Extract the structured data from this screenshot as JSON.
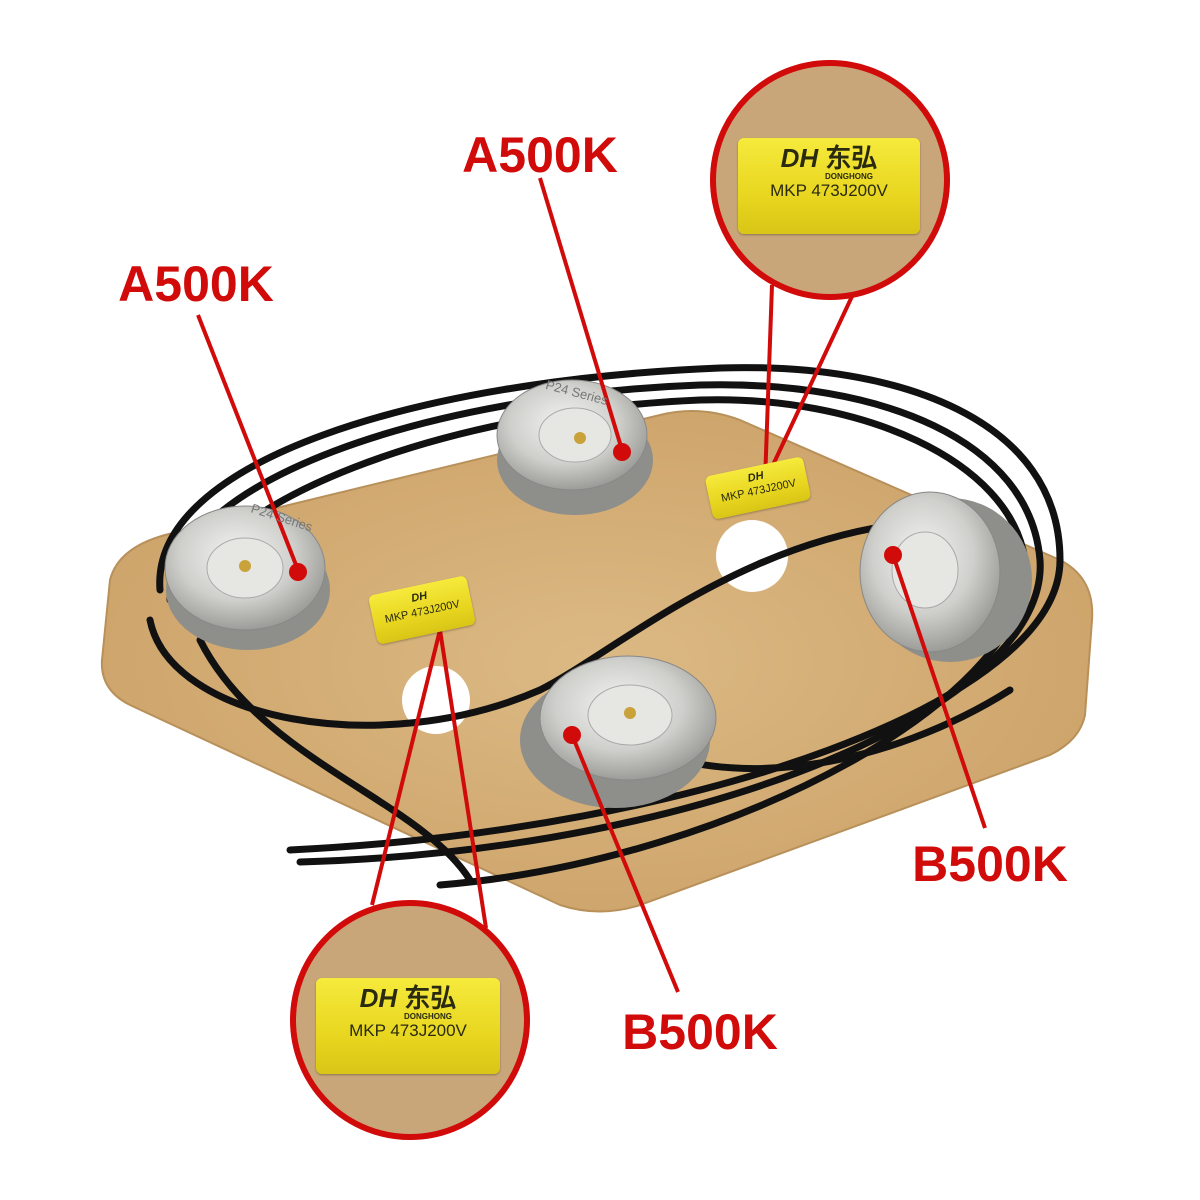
{
  "labels": {
    "pot_top_left": "A500K",
    "pot_top_center": "A500K",
    "pot_right": "B500K",
    "pot_bottom": "B500K"
  },
  "pot_marking": "P24 Series",
  "capacitor": {
    "logo": "DH",
    "brand_cn": "东弘",
    "brand": "DONGHONG",
    "marking": "MKP 473J200V"
  },
  "colors": {
    "label_red": "#d10a0a",
    "capacitor_yellow": "#f0e030",
    "board": "#d8b27c"
  }
}
